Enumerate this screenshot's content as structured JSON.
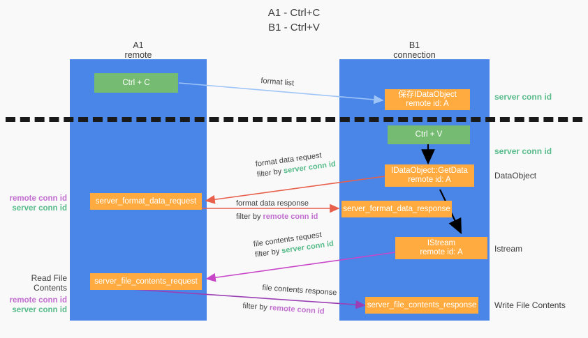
{
  "title": "A1 - Ctrl+C\nB1 - Ctrl+V",
  "colors": {
    "lane": "#4a86e8",
    "orange": "#ffab40",
    "green": "#76bb72",
    "remote_conn": "#c16ecf",
    "server_conn": "#57bb8a",
    "arrow_blue": "#9fc5f8",
    "arrow_red": "#e8604c",
    "arrow_magenta": "#c846c8",
    "arrow_black": "#000000",
    "background": "#f9f9f9"
  },
  "lanes": [
    {
      "name": "A1",
      "sub": "remote",
      "title": "A1\nremote"
    },
    {
      "name": "B1",
      "sub": "connection",
      "title": "B1\nconnection"
    }
  ],
  "nodes": {
    "ctrl_c": "Ctrl + C",
    "ctrl_v": "Ctrl + V",
    "save_idataobject": "保存IDataObject\nremote id: A",
    "getdata": "IDataObject::GetData\nremote id: A",
    "istream": "IStream\nremote id: A",
    "server_format_data_request": "server_format_data_request",
    "server_format_data_response": "server_format_data_response",
    "server_file_contents_request": "server_file_contents_request",
    "server_file_contents_response": "server_file_contents_response"
  },
  "right_labels": {
    "server_conn_id_1": "server conn id",
    "server_conn_id_2": "server conn id",
    "dataobject": "DataObject",
    "istream": "Istream",
    "write_file_contents": "Write File Contents"
  },
  "left_labels": {
    "block1": {
      "remote": "remote conn id",
      "server": "server conn id"
    },
    "block2": {
      "heading": "Read File Contents",
      "remote": "remote conn id",
      "server": "server conn id"
    }
  },
  "edges": [
    {
      "name": "format-list",
      "text": "format list",
      "filter_prefix": "",
      "filter_value": "",
      "filter_color": ""
    },
    {
      "name": "format-data-request",
      "text": "format data request",
      "filter_prefix": "filter by ",
      "filter_value": "server conn id",
      "filter_color": "server"
    },
    {
      "name": "format-data-response",
      "text": "format data response",
      "filter_prefix": "filter by ",
      "filter_value": "remote conn id",
      "filter_color": "remote"
    },
    {
      "name": "file-contents-request",
      "text": "file contents request",
      "filter_prefix": "filter by ",
      "filter_value": "server conn id",
      "filter_color": "server"
    },
    {
      "name": "file-contents-response",
      "text": "file contents response",
      "filter_prefix": "filter by ",
      "filter_value": "remote conn id",
      "filter_color": "remote"
    }
  ]
}
